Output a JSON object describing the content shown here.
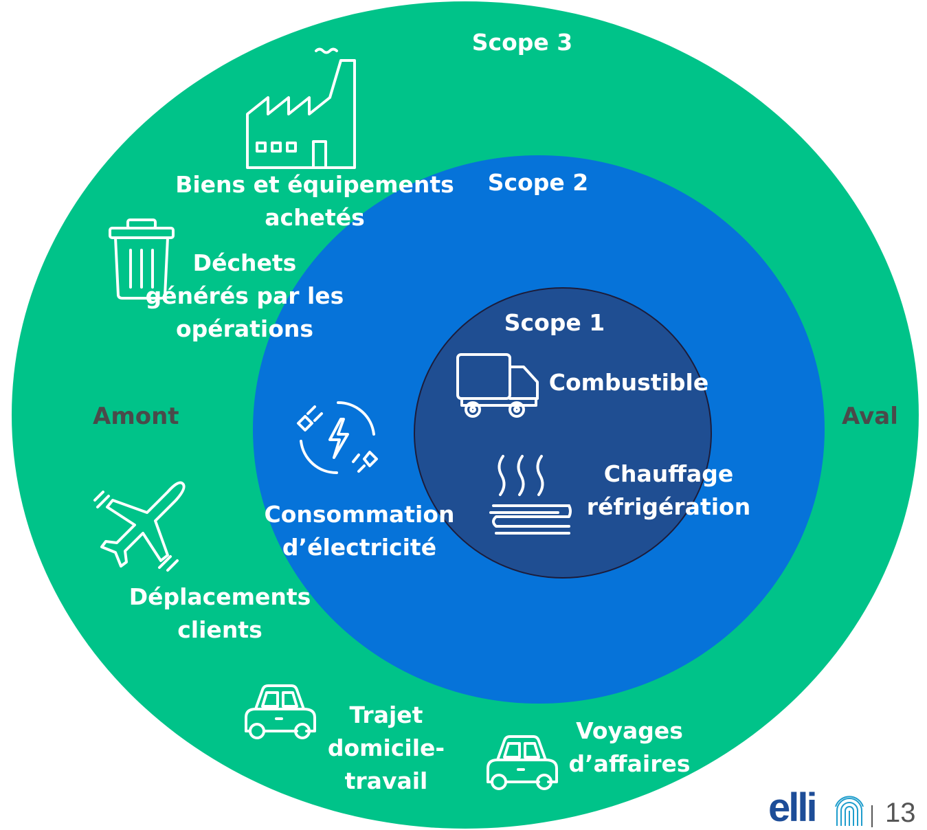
{
  "colors": {
    "scope3": "#00c389",
    "scope2": "#0673d9",
    "scope1": "#1f4e92",
    "side_text": "#4a4a4a",
    "logo_blue": "#1d4d98",
    "logo_accent": "#1e9dcc",
    "page_number": "#555555"
  },
  "scopes": {
    "scope3": "Scope 3",
    "scope2": "Scope 2",
    "scope1": "Scope 1"
  },
  "sides": {
    "left": "Amont",
    "right": "Aval"
  },
  "scope3_items": {
    "goods": {
      "label": "Biens et équipements\nachetés",
      "icon": "factory-icon"
    },
    "waste": {
      "label": "Déchets\ngénérés par les\nopérations",
      "icon": "trash-bin-icon"
    },
    "clients": {
      "label": "Déplacements\nclients",
      "icon": "airplane-icon"
    },
    "commute": {
      "label": "Trajet\ndomicile-\ntravail",
      "icon": "car-icon"
    },
    "business": {
      "label": "Voyages\nd’affaires",
      "icon": "car-icon"
    }
  },
  "scope2_items": {
    "electricity": {
      "label": "Consommation\nd’électricité",
      "icon": "electricity-cycle-icon"
    }
  },
  "scope1_items": {
    "fuel": {
      "label": "Combustible",
      "icon": "truck-icon"
    },
    "heating": {
      "label": "Chauffage\nréfrigération",
      "icon": "heat-icon"
    }
  },
  "footer": {
    "logo_text": "elli",
    "page_number": "13"
  }
}
